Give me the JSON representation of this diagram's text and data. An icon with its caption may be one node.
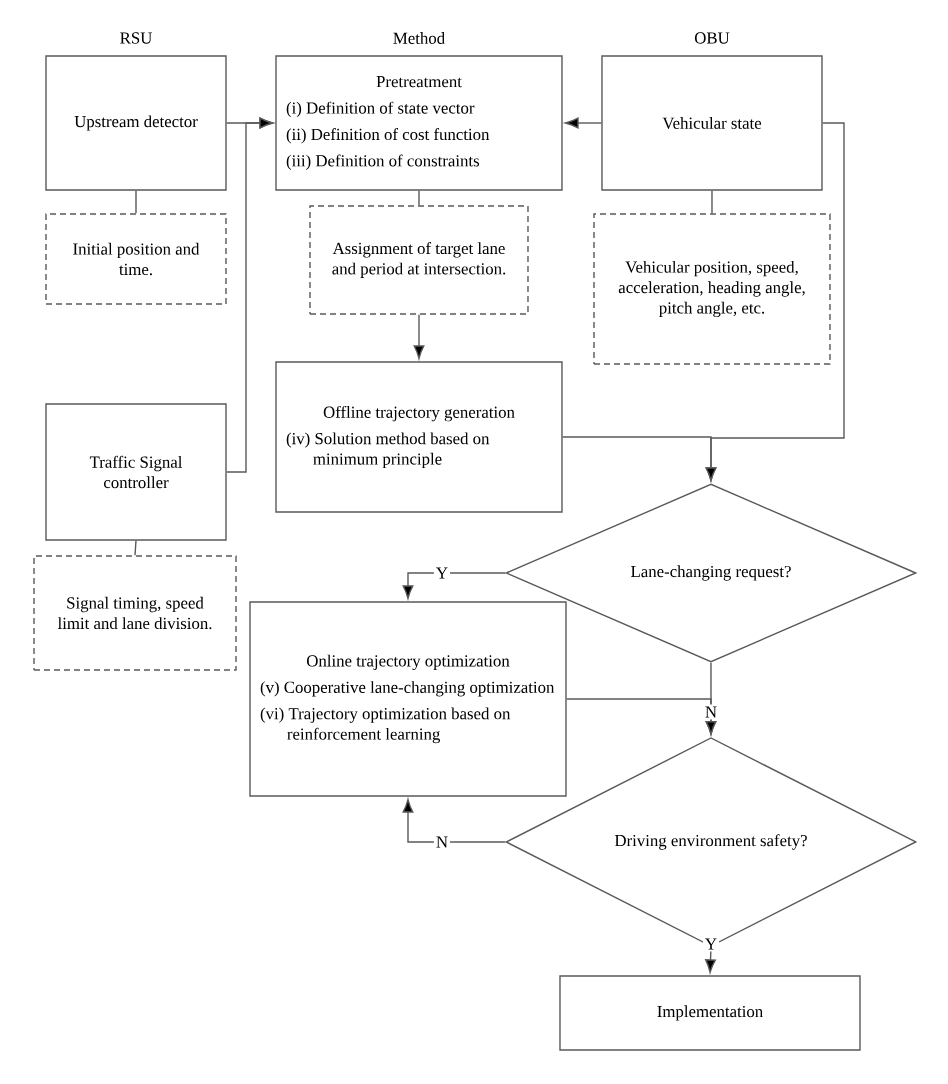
{
  "diagram": {
    "nodes": [
      {
        "text": [
          "Upstream detector"
        ]
      },
      {
        "text": [
          "Initial position and time."
        ]
      },
      {
        "text": [
          "Traffic Signal controller"
        ]
      },
      {
        "text": [
          "Signal timing, speed limit and lane division."
        ]
      },
      {
        "text": [
          "Pretreatment",
          "(i) Definition of state vector",
          "(ii) Definition of cost function",
          "(iii) Definition of constraints"
        ]
      },
      {
        "text": [
          "Assignment of target lane and period at intersection."
        ]
      },
      {
        "text": [
          "Offline trajectory generation",
          "(iv) Solution method based on minimum principle"
        ]
      },
      {
        "text": [
          "Vehicular state"
        ]
      },
      {
        "text": [
          "Vehicular position, speed, acceleration, heading angle, pitch angle, etc."
        ]
      },
      {
        "text": [
          "Lane-changing request?"
        ]
      },
      {
        "text": [
          "Online trajectory optimization",
          "(v) Cooperative lane-changing optimization",
          "(vi) Trajectory optimization based on reinforcement learning"
        ]
      },
      {
        "text": [
          "Driving environment safety?"
        ]
      },
      {
        "text": [
          "Implementation"
        ]
      }
    ],
    "edges": [
      {
        "from": 0,
        "to": 4,
        "arrow": "to"
      },
      {
        "from": 2,
        "to": 4,
        "arrow": "to"
      },
      {
        "from": 0,
        "to": 1,
        "arrow": "none"
      },
      {
        "from": 2,
        "to": 3,
        "arrow": "none"
      },
      {
        "from": 4,
        "to": 5,
        "arrow": "none"
      },
      {
        "from": 5,
        "to": 6,
        "arrow": "to"
      },
      {
        "from": 7,
        "to": 4,
        "arrow": "to"
      },
      {
        "from": 7,
        "to": 8,
        "arrow": "none"
      },
      {
        "from": 7,
        "to": 9,
        "arrow": "to"
      },
      {
        "from": 6,
        "to": 9,
        "arrow": "to"
      },
      {
        "from": 9,
        "to": 10,
        "arrow": "to",
        "label": "Y"
      },
      {
        "from": 9,
        "to": 11,
        "arrow": "to",
        "label": "N"
      },
      {
        "from": 10,
        "to": 11,
        "arrow": "to"
      },
      {
        "from": 11,
        "to": 10,
        "arrow": "to",
        "label": "N"
      },
      {
        "from": 11,
        "to": 12,
        "arrow": "to",
        "label": "Y"
      }
    ],
    "labels": [
      "RSU",
      "Method",
      "OBU"
    ]
  }
}
